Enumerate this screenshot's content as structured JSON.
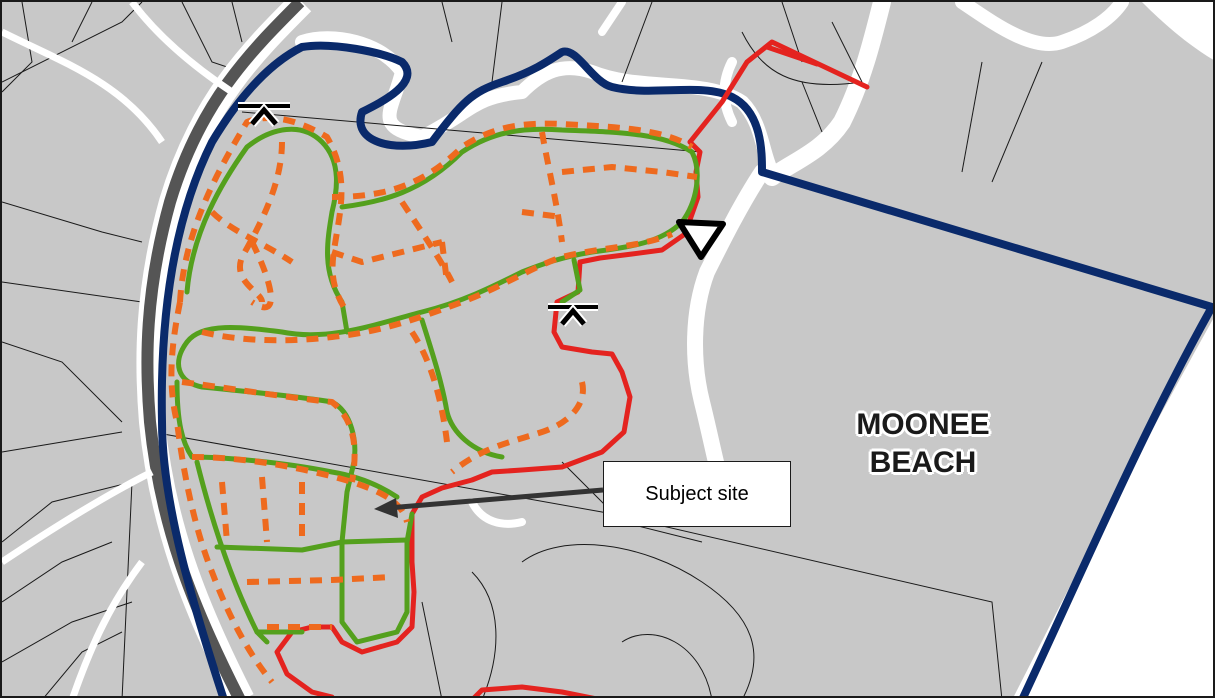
{
  "map": {
    "place_label_line1": "MOONEE",
    "place_label_line2": "BEACH",
    "callout_label": "Subject site",
    "colors": {
      "land": "#c8c8c8",
      "water": "#ffffff",
      "park_boundary": "#0a2a6b",
      "existing_track": "#e4231f",
      "proposed_track": "#54a01d",
      "dashed_track": "#ee6a1e",
      "highway": "#555555",
      "cadastre": "#1a1a1a"
    },
    "icons": [
      "picnic-area-icon",
      "lookout-triangle-icon",
      "picnic-area-icon"
    ]
  }
}
